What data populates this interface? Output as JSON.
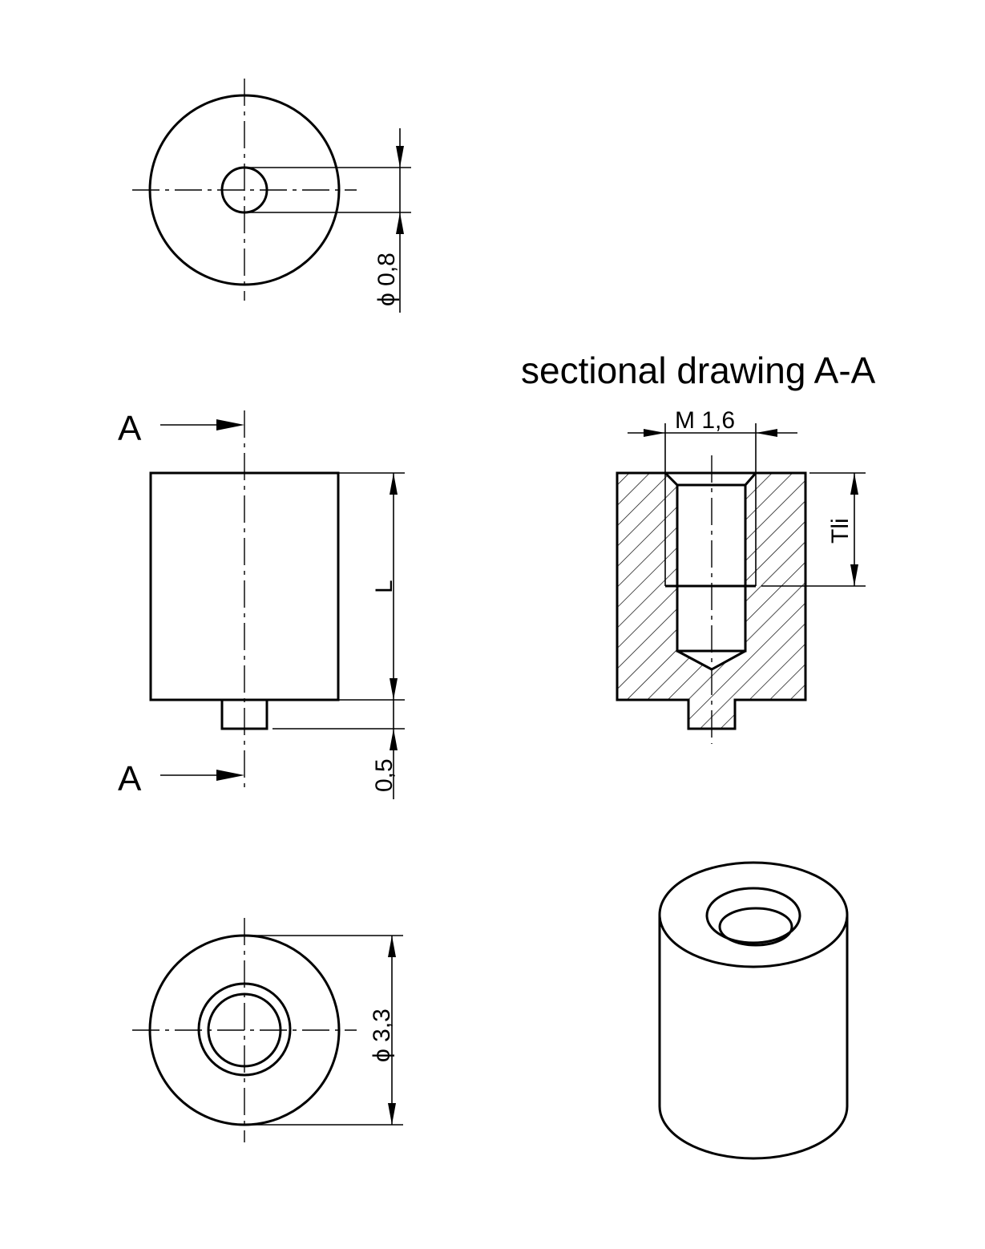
{
  "title": "sectional drawing A-A",
  "labels": {
    "section_mark_top": "A",
    "section_mark_bottom": "A",
    "dim_hole_diameter": "ϕ 0,8",
    "dim_length": "L",
    "dim_pin_height": "0,5",
    "dim_outer_diameter": "ϕ 3,3",
    "dim_thread": "M 1,6",
    "dim_thread_depth": "Tli"
  }
}
